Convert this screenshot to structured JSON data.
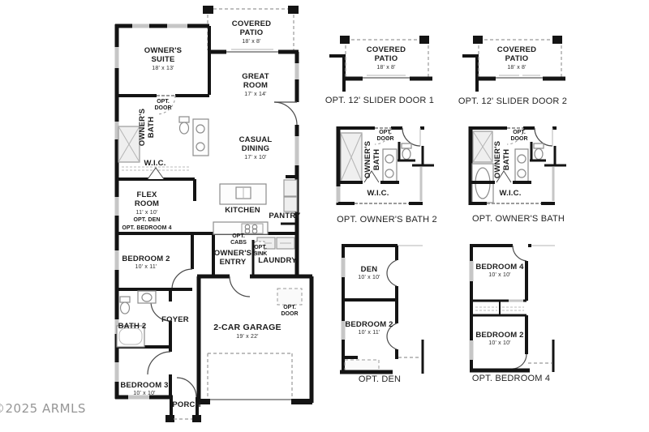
{
  "watermark": "©2025 ARMLS",
  "colors": {
    "wall": "#141414",
    "window": "#c6c6c6",
    "dashed": "#999999",
    "text": "#1d1d1d"
  },
  "main": {
    "rooms": {
      "covered_patio": {
        "name": "COVERED\nPATIO",
        "dims": "18' x 8'"
      },
      "owners_suite": {
        "name": "OWNER'S\nSUITE",
        "dims": "18' x 13'"
      },
      "great_room": {
        "name": "GREAT\nROOM",
        "dims": "17' x 14'"
      },
      "opt_door_bath": {
        "name": "OPT.\nDOOR"
      },
      "owners_bath": {
        "name": "OWNER'S\nBATH"
      },
      "wic": {
        "name": "W.I.C."
      },
      "casual_dining": {
        "name": "CASUAL\nDINING",
        "dims": "17' x 10'"
      },
      "flex_room": {
        "name": "FLEX\nROOM",
        "dims": "11' x 10'",
        "opt1": "OPT. DEN",
        "opt2": "OPT. BEDROOM 4"
      },
      "kitchen": {
        "name": "KITCHEN"
      },
      "pantry": {
        "name": "PANTRY"
      },
      "bedroom2": {
        "name": "BEDROOM 2",
        "dims": "10' x 11'"
      },
      "opt_cabs": {
        "name": "OPT.\nCABS"
      },
      "owners_entry": {
        "name": "OWNER'S\nENTRY"
      },
      "opt_sink": {
        "name": "OPT.\nSINK"
      },
      "laundry": {
        "name": "LAUNDRY"
      },
      "bath2": {
        "name": "BATH 2"
      },
      "foyer": {
        "name": "FOYER"
      },
      "bedroom3": {
        "name": "BEDROOM 3",
        "dims": "10' x 10'"
      },
      "garage": {
        "name": "2-CAR GARAGE",
        "dims": "19' x 22'"
      },
      "opt_door_garage": {
        "name": "OPT.\nDOOR"
      },
      "porch": {
        "name": "PORCH"
      }
    }
  },
  "options": [
    {
      "caption": "OPT. 12' SLIDER DOOR 1",
      "rooms": [
        {
          "name": "COVERED\nPATIO",
          "dims": "18' x 8'"
        }
      ]
    },
    {
      "caption": "OPT. 12' SLIDER DOOR 2",
      "rooms": [
        {
          "name": "COVERED\nPATIO",
          "dims": "18' x 8'"
        }
      ]
    },
    {
      "caption": "OPT. OWNER'S BATH 2",
      "labels": {
        "bath": "OWNER'S\nBATH",
        "opt_door": "OPT.\nDOOR",
        "wic": "W.I.C."
      }
    },
    {
      "caption": "OPT. OWNER'S BATH",
      "labels": {
        "bath": "OWNER'S\nBATH",
        "opt_door": "OPT.\nDOOR",
        "wic": "W.I.C."
      }
    },
    {
      "caption": "OPT. DEN",
      "rooms": [
        {
          "name": "DEN",
          "dims": "10' x 10'"
        },
        {
          "name": "BEDROOM 2",
          "dims": "10' x 11'"
        }
      ]
    },
    {
      "caption": "OPT. BEDROOM 4",
      "rooms": [
        {
          "name": "BEDROOM 4",
          "dims": "10' x 10'"
        },
        {
          "name": "BEDROOM 2",
          "dims": "10' x 10'"
        }
      ]
    }
  ]
}
